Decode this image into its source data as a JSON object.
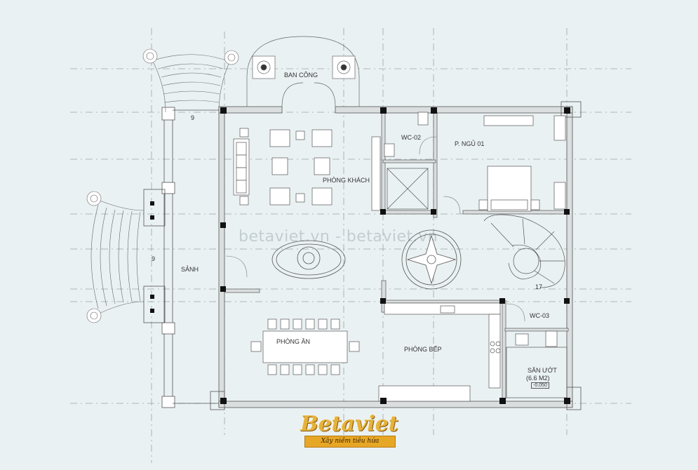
{
  "rooms": {
    "ban_cong": "BAN CÔNG",
    "wc02": "WC-02",
    "p_ngu": "P. NGỦ 01",
    "phong_khach": "PHÒNG KHÁCH",
    "sanh": "SẢNH",
    "phong_an": "PHÒNG ĂN",
    "phong_bep": "PHÒNG BẾP",
    "wc03": "WC-03",
    "san_uot": "SÂN ƯỚT",
    "san_uot_area": "(6.6 M2)",
    "san_uot_level": "-0.050"
  },
  "markers": {
    "stair_top": "9",
    "stair_left": "9",
    "stair_spiral": "17"
  },
  "watermark": "betaviet.vn - betaviet.vn",
  "logo": {
    "name": "Betaviet",
    "slogan": "Xây niềm tiêu hứa"
  },
  "colors": {
    "background": "#eaf1f3",
    "wall": "#d9dddd",
    "column": "#111111",
    "line": "#444444",
    "logo_gold": "#e6b23a"
  }
}
